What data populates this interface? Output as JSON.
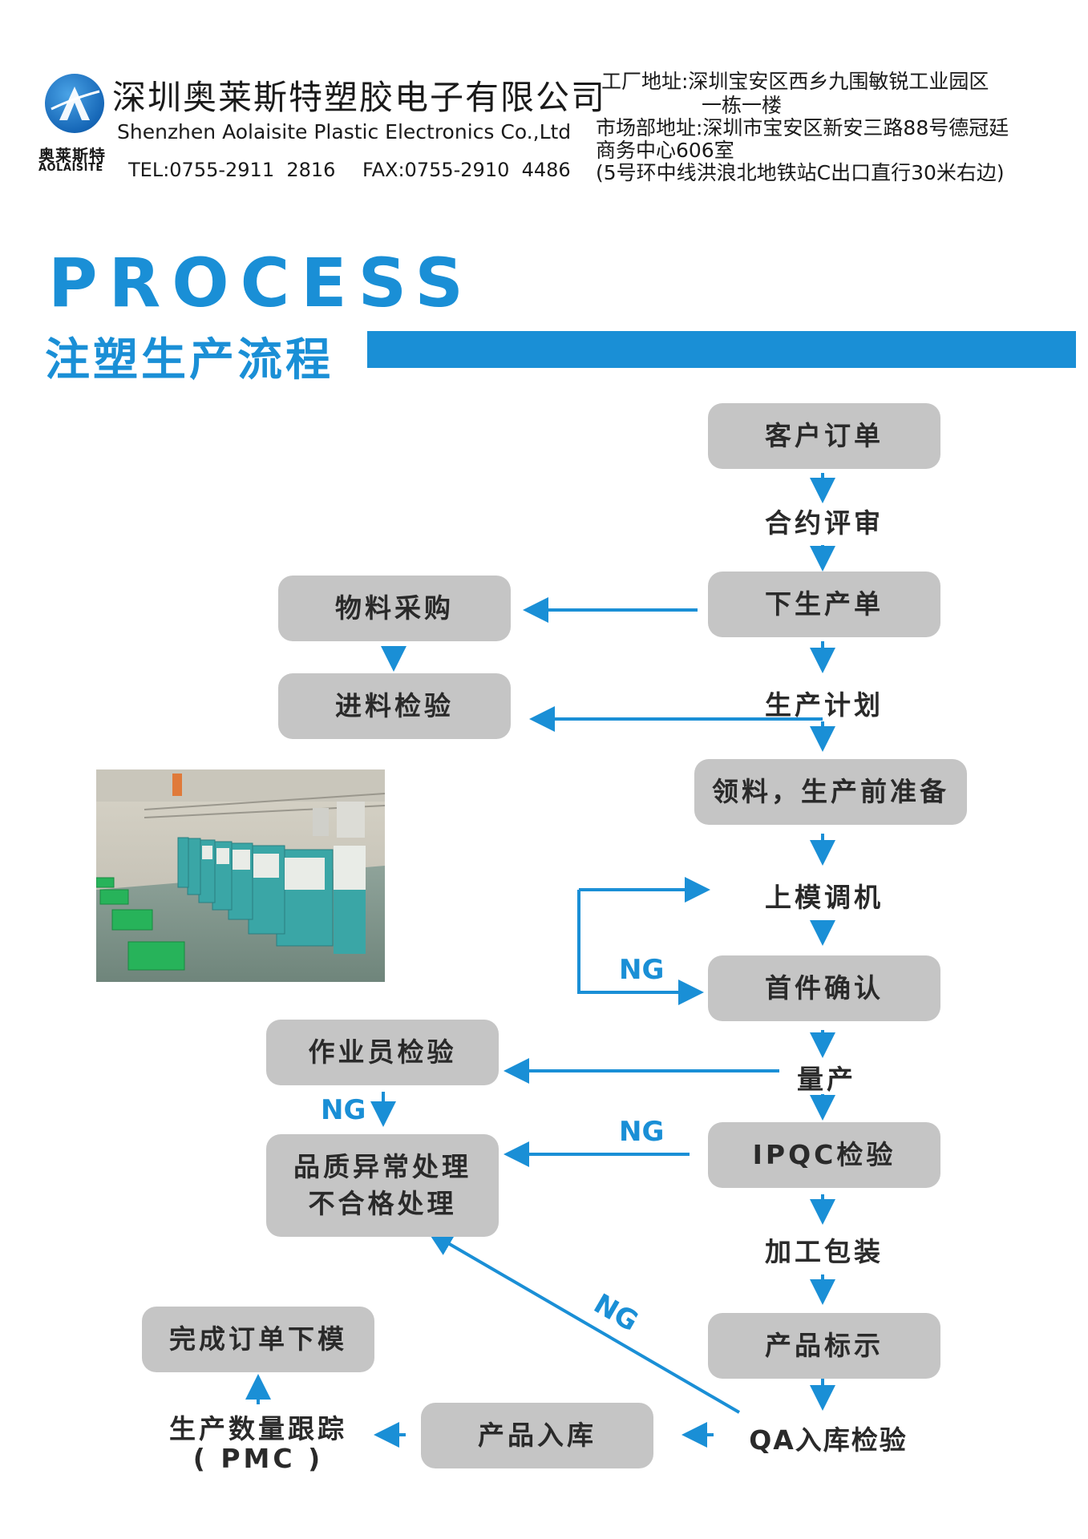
{
  "header": {
    "logo_cn": "奥莱斯特",
    "logo_en": "AOLAISITE",
    "company_cn": "深圳奥莱斯特塑胶电子有限公司",
    "company_en": "Shenzhen Aolaisite Plastic Electronics Co.,Ltd",
    "tel": "TEL:0755-2911  2816",
    "fax": "FAX:0755-2910  4486",
    "factory_address_1": "工厂地址:深圳宝安区西乡九围敏锐工业园区",
    "factory_address_2": "一栋一楼",
    "market_address_1": "市场部地址:深圳市宝安区新安三路88号德冠廷",
    "market_address_2": "商务中心606室",
    "market_address_3": "(5号环中线洪浪北地铁站C出口直行30米右边)"
  },
  "title": {
    "en": "PROCESS",
    "cn": "注塑生产流程"
  },
  "flow": {
    "customer_order": "客户订单",
    "contract_review": "合约评审",
    "production_order": "下生产单",
    "material_purchase": "物料采购",
    "incoming_inspection": "进料检验",
    "production_plan": "生产计划",
    "material_prep": "领料，生产前准备",
    "mold_setup": "上模调机",
    "first_article": "首件确认",
    "operator_inspection": "作业员检验",
    "mass_production": "量产",
    "quality_exception_1": "品质异常处理",
    "quality_exception_2": "不合格处理",
    "ipqc": "IPQC检验",
    "processing_packing": "加工包装",
    "order_complete": "完成订单下模",
    "product_label": "产品标示",
    "quantity_tracking": "生产数量跟踪",
    "pmc": "( PMC )",
    "warehouse_in": "产品入库",
    "qa_inspection": "QA入库检验",
    "ng": "NG"
  },
  "colors": {
    "accent": "#1a8fd6",
    "box": "#c5c5c5"
  }
}
